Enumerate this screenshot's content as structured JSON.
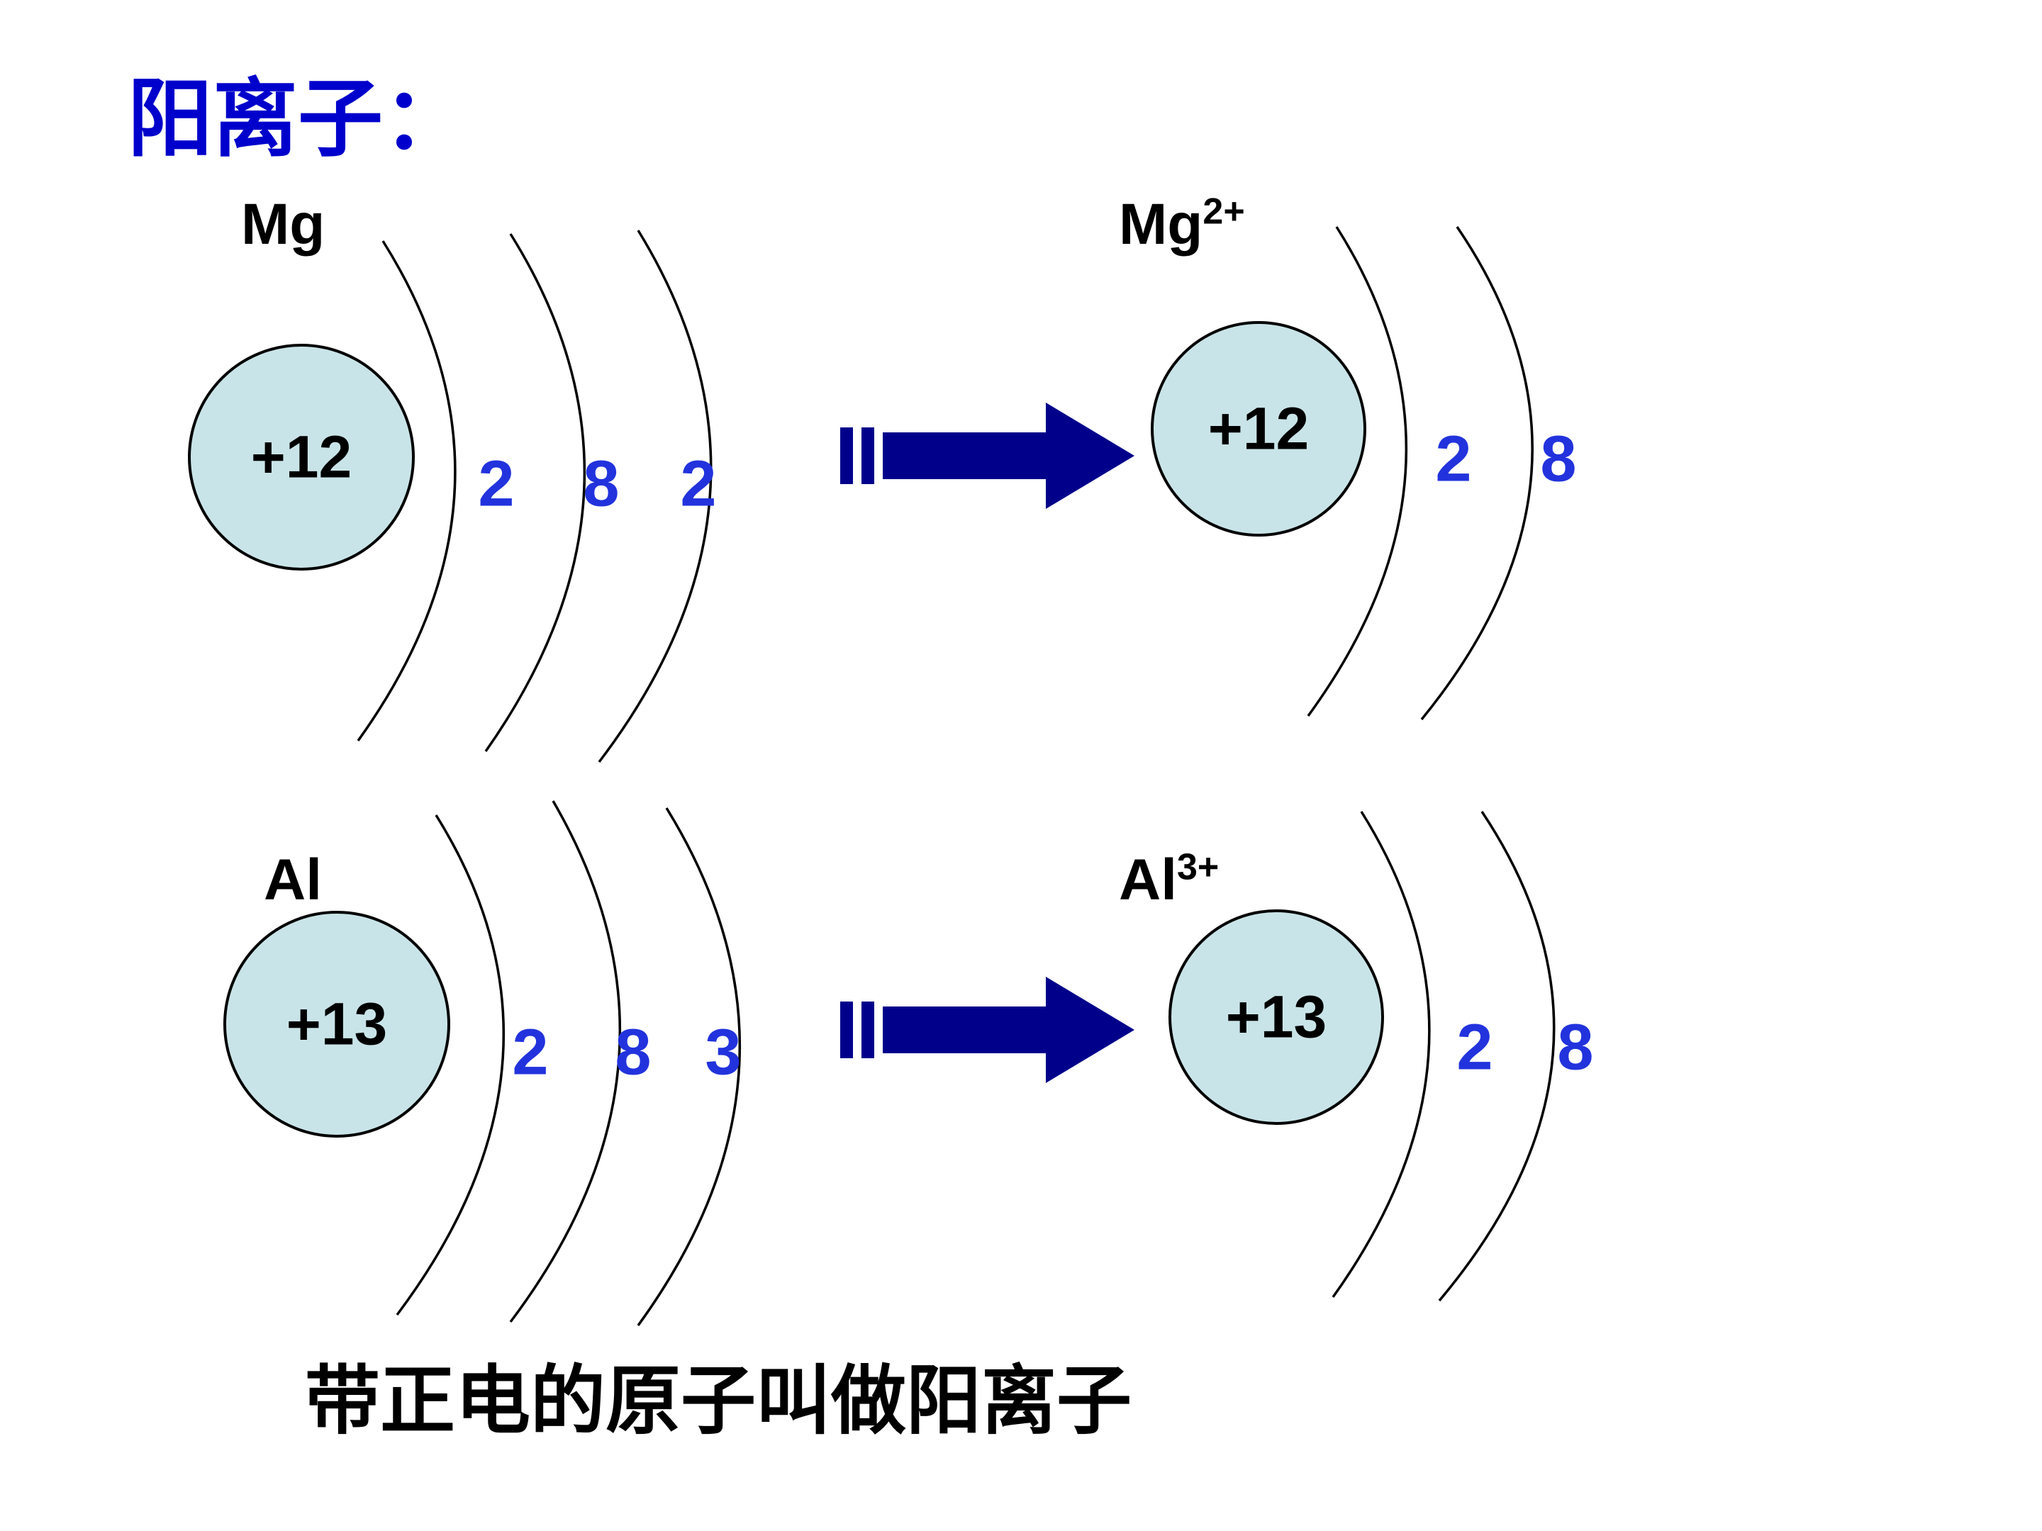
{
  "title": "阳离子：",
  "caption": "带正电的原子叫做阳离子",
  "colors": {
    "title_blue": "#0000CC",
    "number_blue": "#2233DD",
    "arrow_navy": "#00008B",
    "nucleus_fill": "#C9E4E8",
    "text_black": "#000000",
    "background": "#FFFFFF"
  },
  "diagrams": {
    "mg": {
      "atom": {
        "label": "Mg",
        "nucleus": "+12",
        "shells": [
          "2",
          "8",
          "2"
        ]
      },
      "ion": {
        "label": "Mg",
        "sup": "2+",
        "nucleus": "+12",
        "shells": [
          "2",
          "8"
        ]
      }
    },
    "al": {
      "atom": {
        "label": "Al",
        "nucleus": "+13",
        "shells": [
          "2",
          "8",
          "3"
        ]
      },
      "ion": {
        "label": "Al",
        "sup": "3+",
        "nucleus": "+13",
        "shells": [
          "2",
          "8"
        ]
      }
    }
  }
}
